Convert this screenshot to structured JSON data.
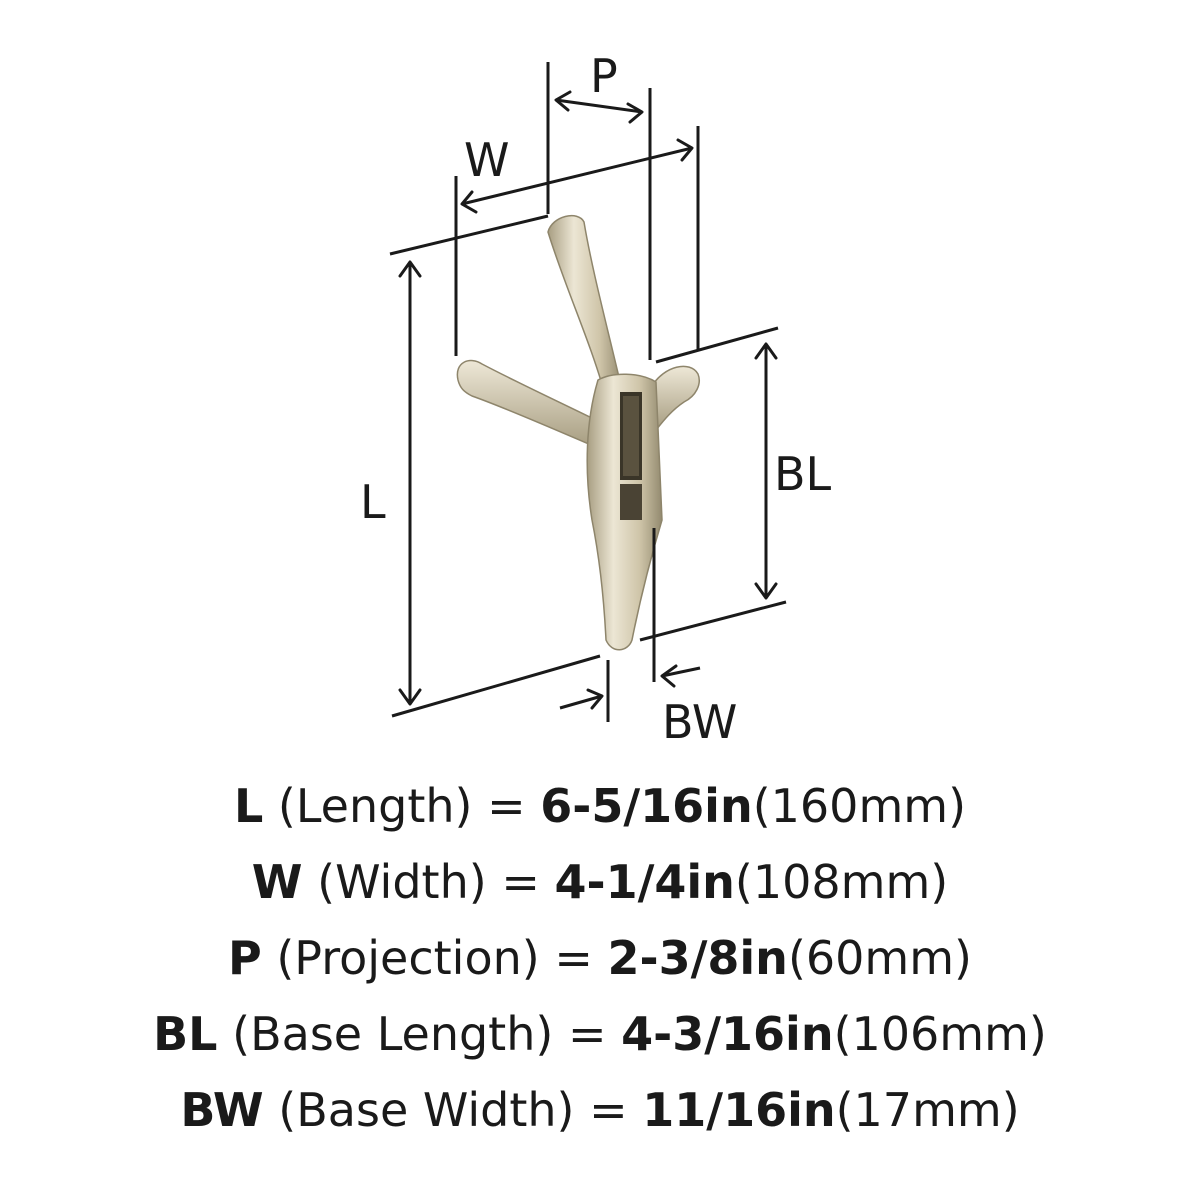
{
  "diagram": {
    "labels": {
      "P": "P",
      "W": "W",
      "L": "L",
      "BL": "BL",
      "BW": "BW"
    },
    "colors": {
      "ink": "#1a1a1a",
      "metal_light": "#e9e2cf",
      "metal_mid": "#cfc5a9",
      "metal_dark": "#9c9277"
    }
  },
  "specs": [
    {
      "code": "L",
      "name": "(Length)",
      "eq": "=",
      "imperial": "6-5/16in",
      "metric": "(160mm)"
    },
    {
      "code": "W",
      "name": "(Width)",
      "eq": "=",
      "imperial": "4-1/4in",
      "metric": "(108mm)"
    },
    {
      "code": "P",
      "name": "(Projection)",
      "eq": "=",
      "imperial": "2-3/8in",
      "metric": "(60mm)"
    },
    {
      "code": "BL",
      "name": "(Base Length)",
      "eq": "=",
      "imperial": "4-3/16in",
      "metric": "(106mm)"
    },
    {
      "code": "BW",
      "name": "(Base Width)",
      "eq": "=",
      "imperial": "11/16in",
      "metric": "(17mm)"
    }
  ]
}
